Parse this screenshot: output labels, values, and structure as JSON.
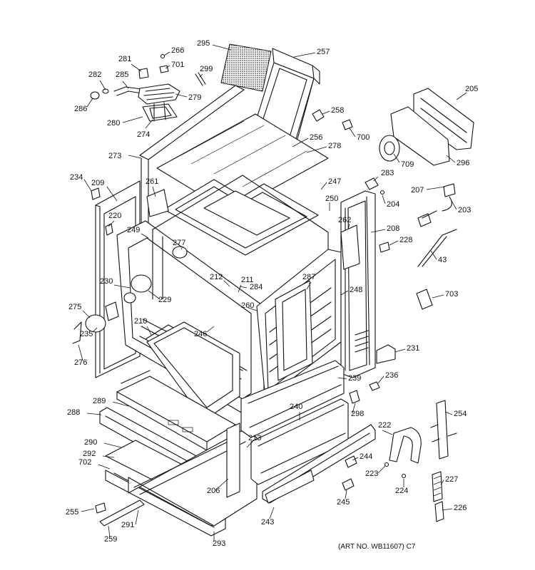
{
  "art_number": "(ART NO. WB11607) C7",
  "labels": {
    "p205": "205",
    "p206": "206",
    "p207": "207",
    "p208": "208",
    "p209": "209",
    "p210": "210",
    "p211": "211",
    "p212": "212",
    "p213": "213",
    "p220": "220",
    "p222": "222",
    "p223": "223",
    "p224": "224",
    "p226": "226",
    "p227": "227",
    "p228": "228",
    "p229": "229",
    "p230": "230",
    "p231": "231",
    "p234": "234",
    "p235": "235",
    "p236": "236",
    "p239": "239",
    "p240": "240",
    "p243": "243",
    "p244": "244",
    "p245": "245",
    "p246": "246",
    "p247": "247",
    "p248": "248",
    "p249": "249",
    "p250": "250",
    "p254": "254",
    "p255": "255",
    "p256": "256",
    "p257": "257",
    "p258": "258",
    "p259": "259",
    "p260": "260",
    "p261": "261",
    "p262": "262",
    "p266": "266",
    "p273": "273",
    "p274": "274",
    "p275": "275",
    "p276": "276",
    "p277": "277",
    "p278": "278",
    "p279": "279",
    "p280": "280",
    "p281": "281",
    "p282": "282",
    "p283": "283",
    "p284": "284",
    "p285": "285",
    "p286": "286",
    "p287": "287",
    "p288": "288",
    "p289": "289",
    "p290": "290",
    "p291": "291",
    "p292": "292",
    "p293": "293",
    "p295": "295",
    "p296": "296",
    "p298": "298",
    "p299": "299",
    "p700": "700",
    "p701": "701",
    "p702": "702",
    "p703": "703",
    "p709": "709",
    "p203": "203",
    "p204": "204",
    "p43": "43"
  }
}
